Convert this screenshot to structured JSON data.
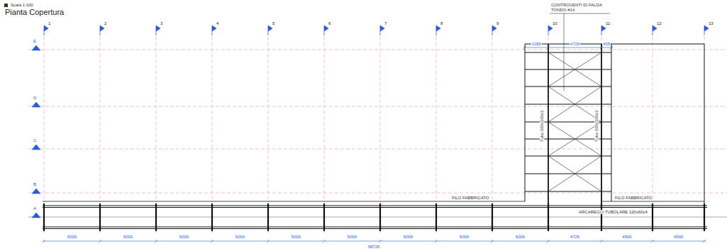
{
  "diagram": {
    "title": "Pianta Copertura",
    "labels": [
      "Scala 1:100",
      "1",
      "2",
      "3",
      "4",
      "5",
      "6",
      "7",
      "8",
      "9",
      "10",
      "11",
      "12",
      "13",
      "E",
      "D",
      "C",
      "B",
      "A",
      "CONTROVENTI DI FALDA",
      "TONDO #14",
      "1050",
      "4725",
      "435",
      "Tubo 100x100x3",
      "Tubo 100x100x3",
      "FILO FABBRICATO",
      "FILO FABBRICATO",
      "ARCARECCI TUBOLARE 120x60x4",
      "5000",
      "5000",
      "5000",
      "5000",
      "5000",
      "5000",
      "5000",
      "5000",
      "5000",
      "4725",
      "4500",
      "4500",
      "58725"
    ]
  }
}
